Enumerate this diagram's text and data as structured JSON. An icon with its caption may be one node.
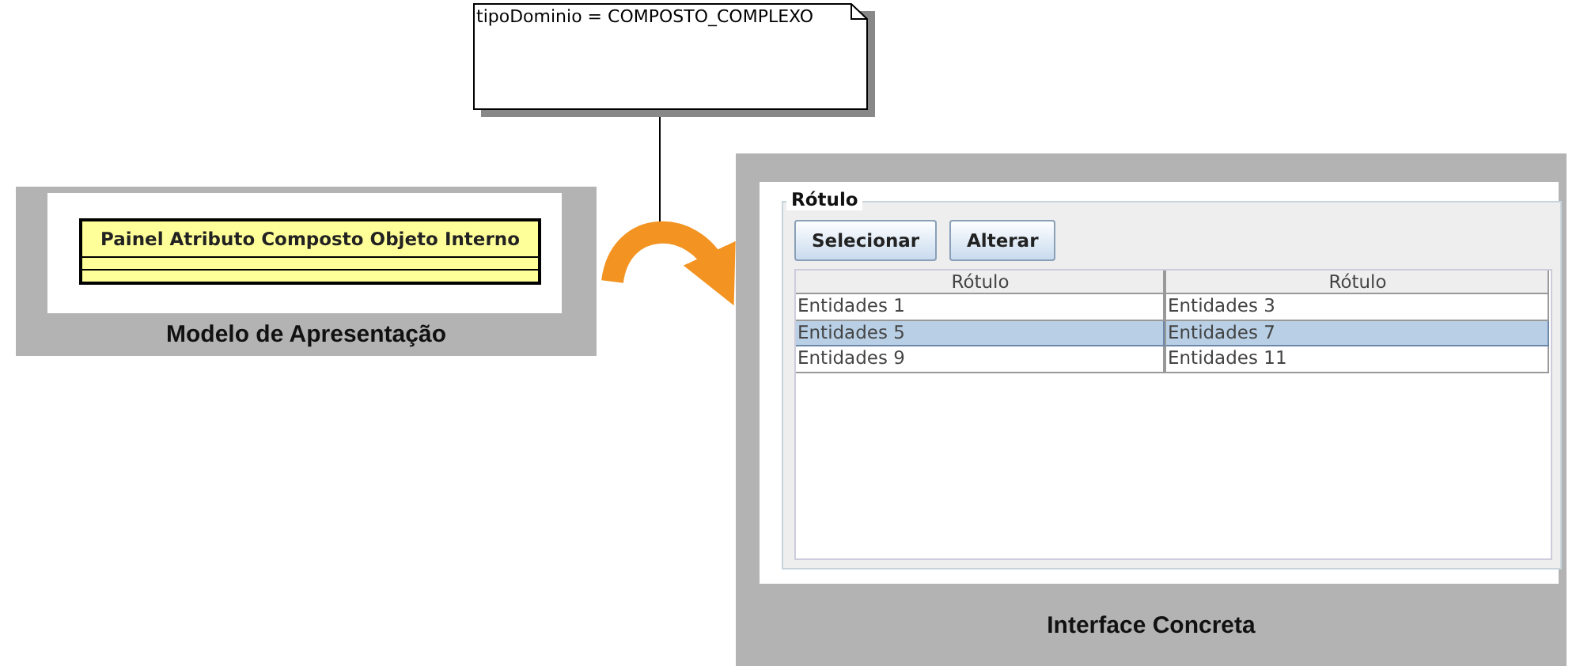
{
  "diagram": {
    "nodes": [
      {
        "text": [
          "tipoDominio = COMPOSTO_COMPLEXO"
        ]
      },
      {
        "text": [
          "Modelo de Apresentação"
        ]
      },
      {
        "text": [
          "Painel Atributo Composto Objeto Interno"
        ],
        "in": 1
      },
      {
        "text": [
          "Interface Concreta"
        ]
      },
      {
        "text": [
          "Rótulo"
        ],
        "in": 3
      }
    ],
    "edges": [
      {
        "from": 0,
        "to": null,
        "arrow": "none"
      },
      {
        "from": 1,
        "to": 3,
        "arrow": "to",
        "style": "thick",
        "color": "#f39322"
      }
    ],
    "labels": [
      "Selecionar",
      "Alterar",
      "Rótulo",
      "Rótulo",
      "Entidades 1",
      "Entidades 3",
      "Entidades 5",
      "Entidades 7",
      "Entidades 9",
      "Entidades 11"
    ]
  }
}
